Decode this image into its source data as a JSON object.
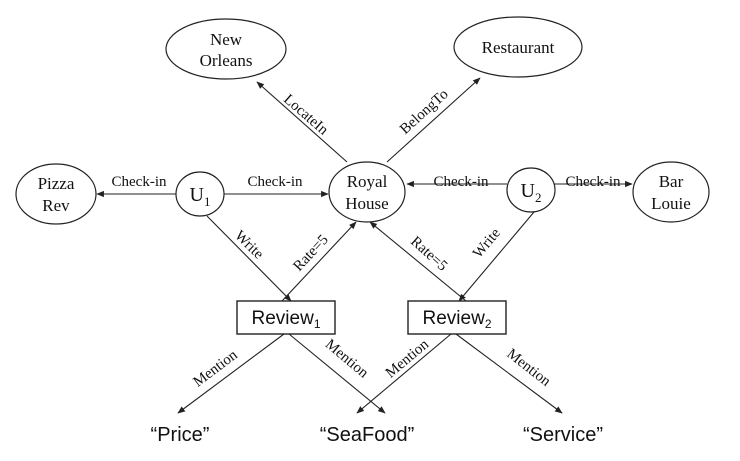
{
  "nodes": {
    "new_orleans": {
      "line1": "New",
      "line2": "Orleans"
    },
    "restaurant": {
      "label": "Restaurant"
    },
    "pizza_rev": {
      "line1": "Pizza",
      "line2": "Rev"
    },
    "royal_house": {
      "line1": "Royal",
      "line2": "House"
    },
    "bar_louie": {
      "line1": "Bar",
      "line2": "Louie"
    },
    "u1": {
      "base": "U",
      "sub": "1"
    },
    "u2": {
      "base": "U",
      "sub": "2"
    },
    "review1": {
      "base": "Review",
      "sub": "1"
    },
    "review2": {
      "base": "Review",
      "sub": "2"
    }
  },
  "terms": {
    "price": "“Price”",
    "seafood": "“SeaFood”",
    "service": "“Service”"
  },
  "edge_labels": {
    "locate_in": "LocateIn",
    "belong_to": "BelongTo",
    "checkin_u1_pizza": "Check-in",
    "checkin_u1_royal": "Check-in",
    "checkin_u2_royal": "Check-in",
    "checkin_u2_bar": "Check-in",
    "write_u1": "Write",
    "write_u2": "Write",
    "rate_r1": "Rate=5",
    "rate_r2": "Rate=5",
    "mention_r1_price": "Mention",
    "mention_r1_seafood": "Mention",
    "mention_r2_seafood": "Mention",
    "mention_r2_service": "Mention"
  }
}
